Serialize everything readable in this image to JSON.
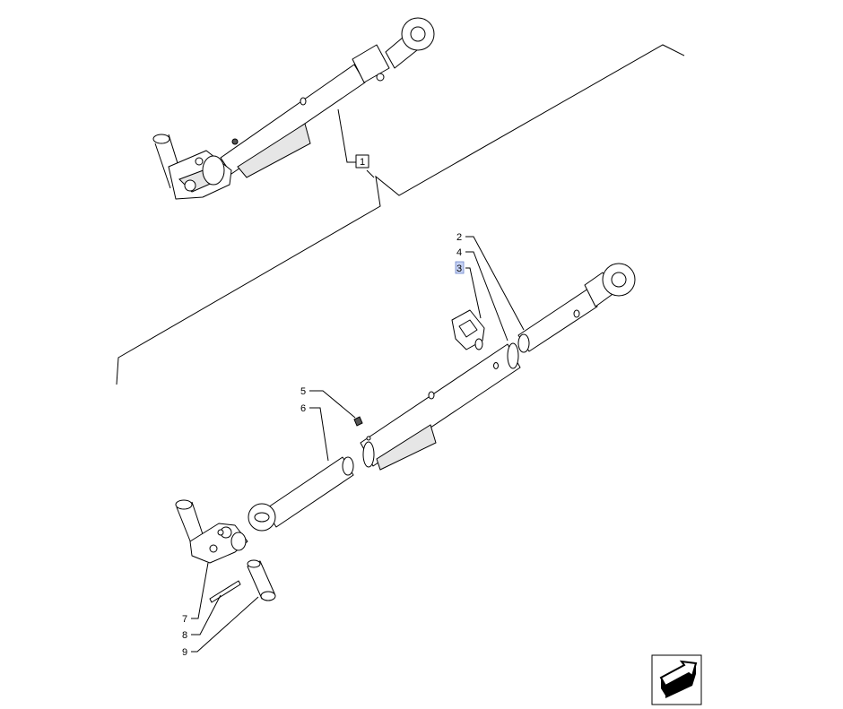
{
  "diagram": {
    "callouts": [
      {
        "id": "1",
        "label": "1",
        "boxed": true
      },
      {
        "id": "2",
        "label": "2"
      },
      {
        "id": "4",
        "label": "4"
      },
      {
        "id": "3",
        "label": "3",
        "highlighted": true
      },
      {
        "id": "5",
        "label": "5"
      },
      {
        "id": "6",
        "label": "6"
      },
      {
        "id": "7",
        "label": "7"
      },
      {
        "id": "8",
        "label": "8"
      },
      {
        "id": "9",
        "label": "9"
      }
    ],
    "nav_icon": "next-page-arrow-icon"
  }
}
